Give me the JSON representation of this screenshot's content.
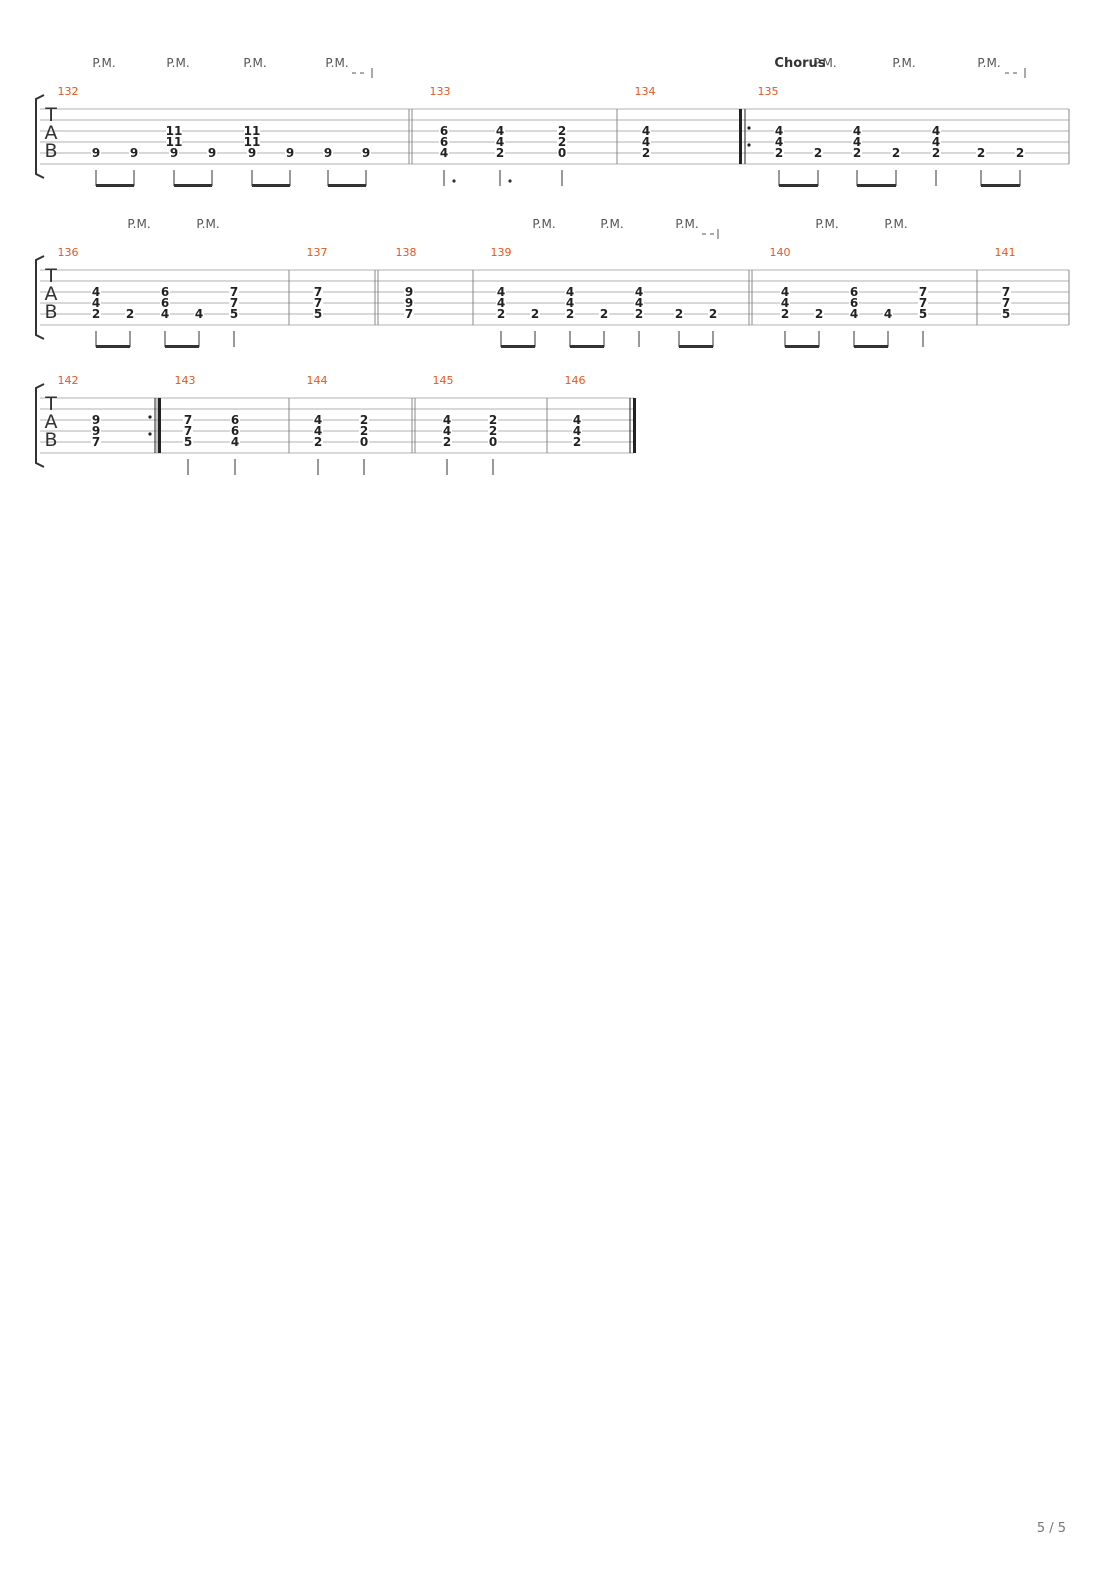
{
  "tab_letters": [
    "T",
    "A",
    "B"
  ],
  "section_label": "Chorus",
  "palm_mute_label": "P.M.",
  "page_indicator": "5 / 5",
  "colors": {
    "measure_number": "#e8541e",
    "notes": "#222222",
    "lines": "#999999"
  },
  "systems": [
    {
      "measures": [
        {
          "number": "132",
          "notes": [
            [
              "9"
            ],
            [
              "9"
            ],
            [
              "9",
              "11",
              "11"
            ],
            [
              "9"
            ],
            [
              "9",
              "11",
              "11"
            ],
            [
              "9"
            ],
            [
              "9"
            ],
            [
              "9"
            ]
          ]
        },
        {
          "number": "133",
          "notes": [
            [
              "4",
              "6",
              "6"
            ],
            [
              "2",
              "4",
              "4"
            ],
            [
              "0",
              "2",
              "2"
            ]
          ]
        },
        {
          "number": "134",
          "notes": [
            [
              "2",
              "4",
              "4"
            ]
          ]
        },
        {
          "number": "135",
          "section": "Chorus",
          "repeat_start": true,
          "notes": [
            [
              "2",
              "4",
              "4"
            ],
            [
              "2"
            ],
            [
              "2",
              "4",
              "4"
            ],
            [
              "2"
            ],
            [
              "2",
              "4",
              "4"
            ],
            [
              "2"
            ],
            [
              "2"
            ]
          ]
        }
      ]
    },
    {
      "measures": [
        {
          "number": "136",
          "notes": [
            [
              "2",
              "4",
              "4"
            ],
            [
              "2"
            ],
            [
              "4",
              "6",
              "6"
            ],
            [
              "4"
            ],
            [
              "5",
              "7",
              "7"
            ]
          ]
        },
        {
          "number": "137",
          "notes": [
            [
              "5",
              "7",
              "7"
            ]
          ]
        },
        {
          "number": "138",
          "notes": [
            [
              "7",
              "9",
              "9"
            ]
          ]
        },
        {
          "number": "139",
          "notes": [
            [
              "2",
              "4",
              "4"
            ],
            [
              "2"
            ],
            [
              "2",
              "4",
              "4"
            ],
            [
              "2"
            ],
            [
              "2",
              "4",
              "4"
            ],
            [
              "2"
            ],
            [
              "2"
            ]
          ]
        },
        {
          "number": "140",
          "notes": [
            [
              "2",
              "4",
              "4"
            ],
            [
              "2"
            ],
            [
              "4",
              "6",
              "6"
            ],
            [
              "4"
            ],
            [
              "5",
              "7",
              "7"
            ]
          ]
        },
        {
          "number": "141",
          "notes": [
            [
              "5",
              "7",
              "7"
            ]
          ]
        }
      ]
    },
    {
      "measures": [
        {
          "number": "142",
          "notes": [
            [
              "7",
              "9",
              "9"
            ]
          ],
          "repeat_end": true
        },
        {
          "number": "143",
          "notes": [
            [
              "5",
              "7",
              "7"
            ],
            [
              "4",
              "6",
              "6"
            ]
          ]
        },
        {
          "number": "144",
          "notes": [
            [
              "2",
              "4",
              "4"
            ],
            [
              "0",
              "2",
              "2"
            ]
          ]
        },
        {
          "number": "145",
          "notes": [
            [
              "2",
              "4",
              "4"
            ],
            [
              "0",
              "2",
              "2"
            ]
          ]
        },
        {
          "number": "146",
          "notes": [
            [
              "2",
              "4",
              "4"
            ]
          ],
          "final_barline": true
        }
      ]
    }
  ]
}
